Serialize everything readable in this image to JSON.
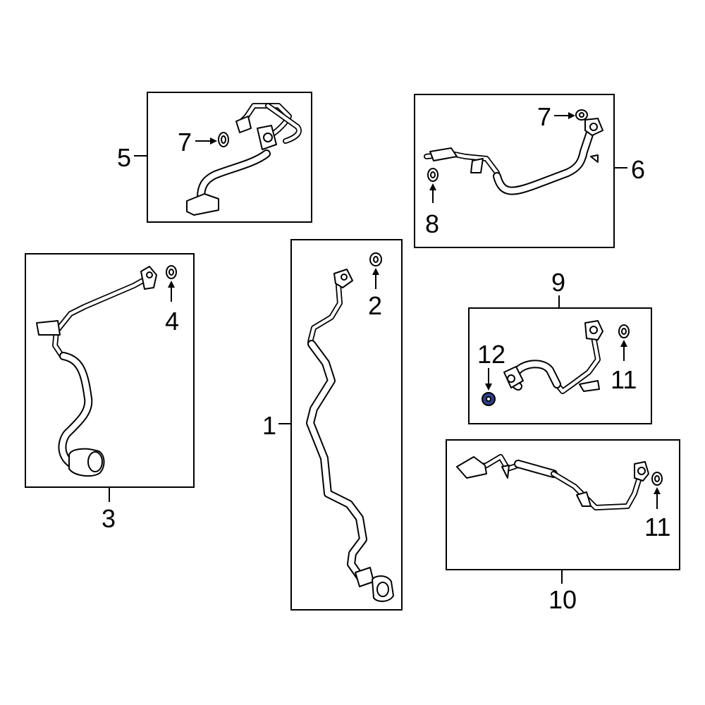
{
  "callouts": {
    "c1": "1",
    "c2": "2",
    "c3": "3",
    "c4": "4",
    "c5": "5",
    "c6": "6",
    "c7a": "7",
    "c7b": "7",
    "c8": "8",
    "c9": "9",
    "c10": "10",
    "c11a": "11",
    "c11b": "11",
    "c12": "12"
  },
  "colors": {
    "line": "#000000",
    "background": "#ffffff",
    "highlight_fill": "#2b3f8c"
  },
  "highlighted_part": "12"
}
